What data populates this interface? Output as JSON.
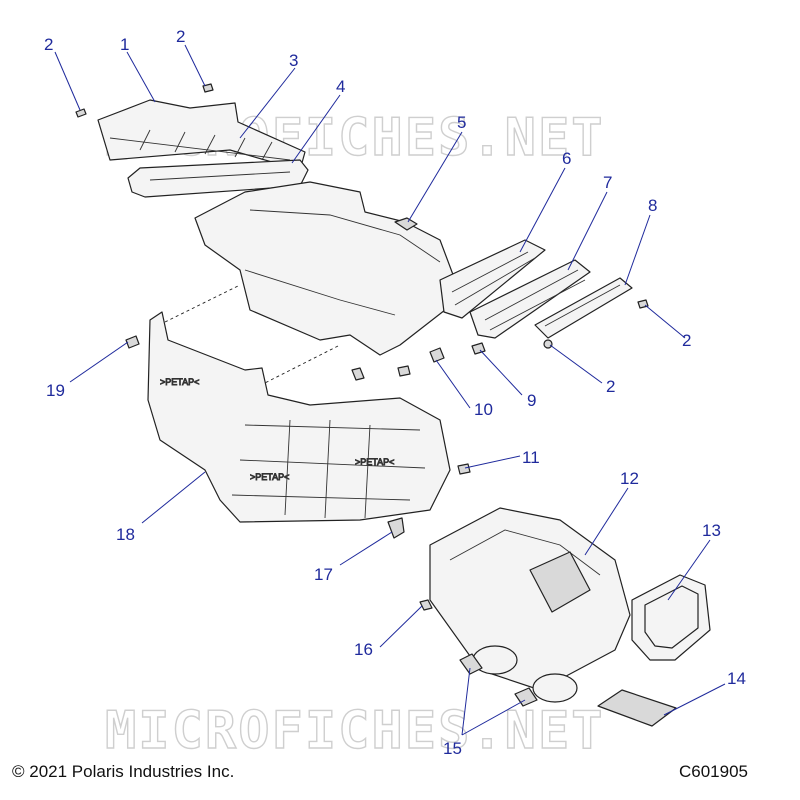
{
  "watermark": "MICROFICHES.NET",
  "callouts": {
    "c1": "1",
    "c2a": "2",
    "c2b": "2",
    "c3": "3",
    "c4": "4",
    "c5": "5",
    "c6": "6",
    "c7": "7",
    "c8": "8",
    "c2c": "2",
    "c2d": "2",
    "c9": "9",
    "c10": "10",
    "c11": "11",
    "c12": "12",
    "c13": "13",
    "c14": "14",
    "c15": "15",
    "c16": "16",
    "c17": "17",
    "c18": "18",
    "c19": "19"
  },
  "part_marks": {
    "brand_a": ">PETAP<",
    "brand_b": ">PETAP<",
    "brand_c": ">PETAP<"
  },
  "footer": {
    "copyright": "© 2021 Polaris Industries Inc.",
    "diagram_id": "C601905"
  },
  "colors": {
    "callout": "#1f2a9c",
    "line": "#222222",
    "watermark": "#cfcfcf"
  }
}
